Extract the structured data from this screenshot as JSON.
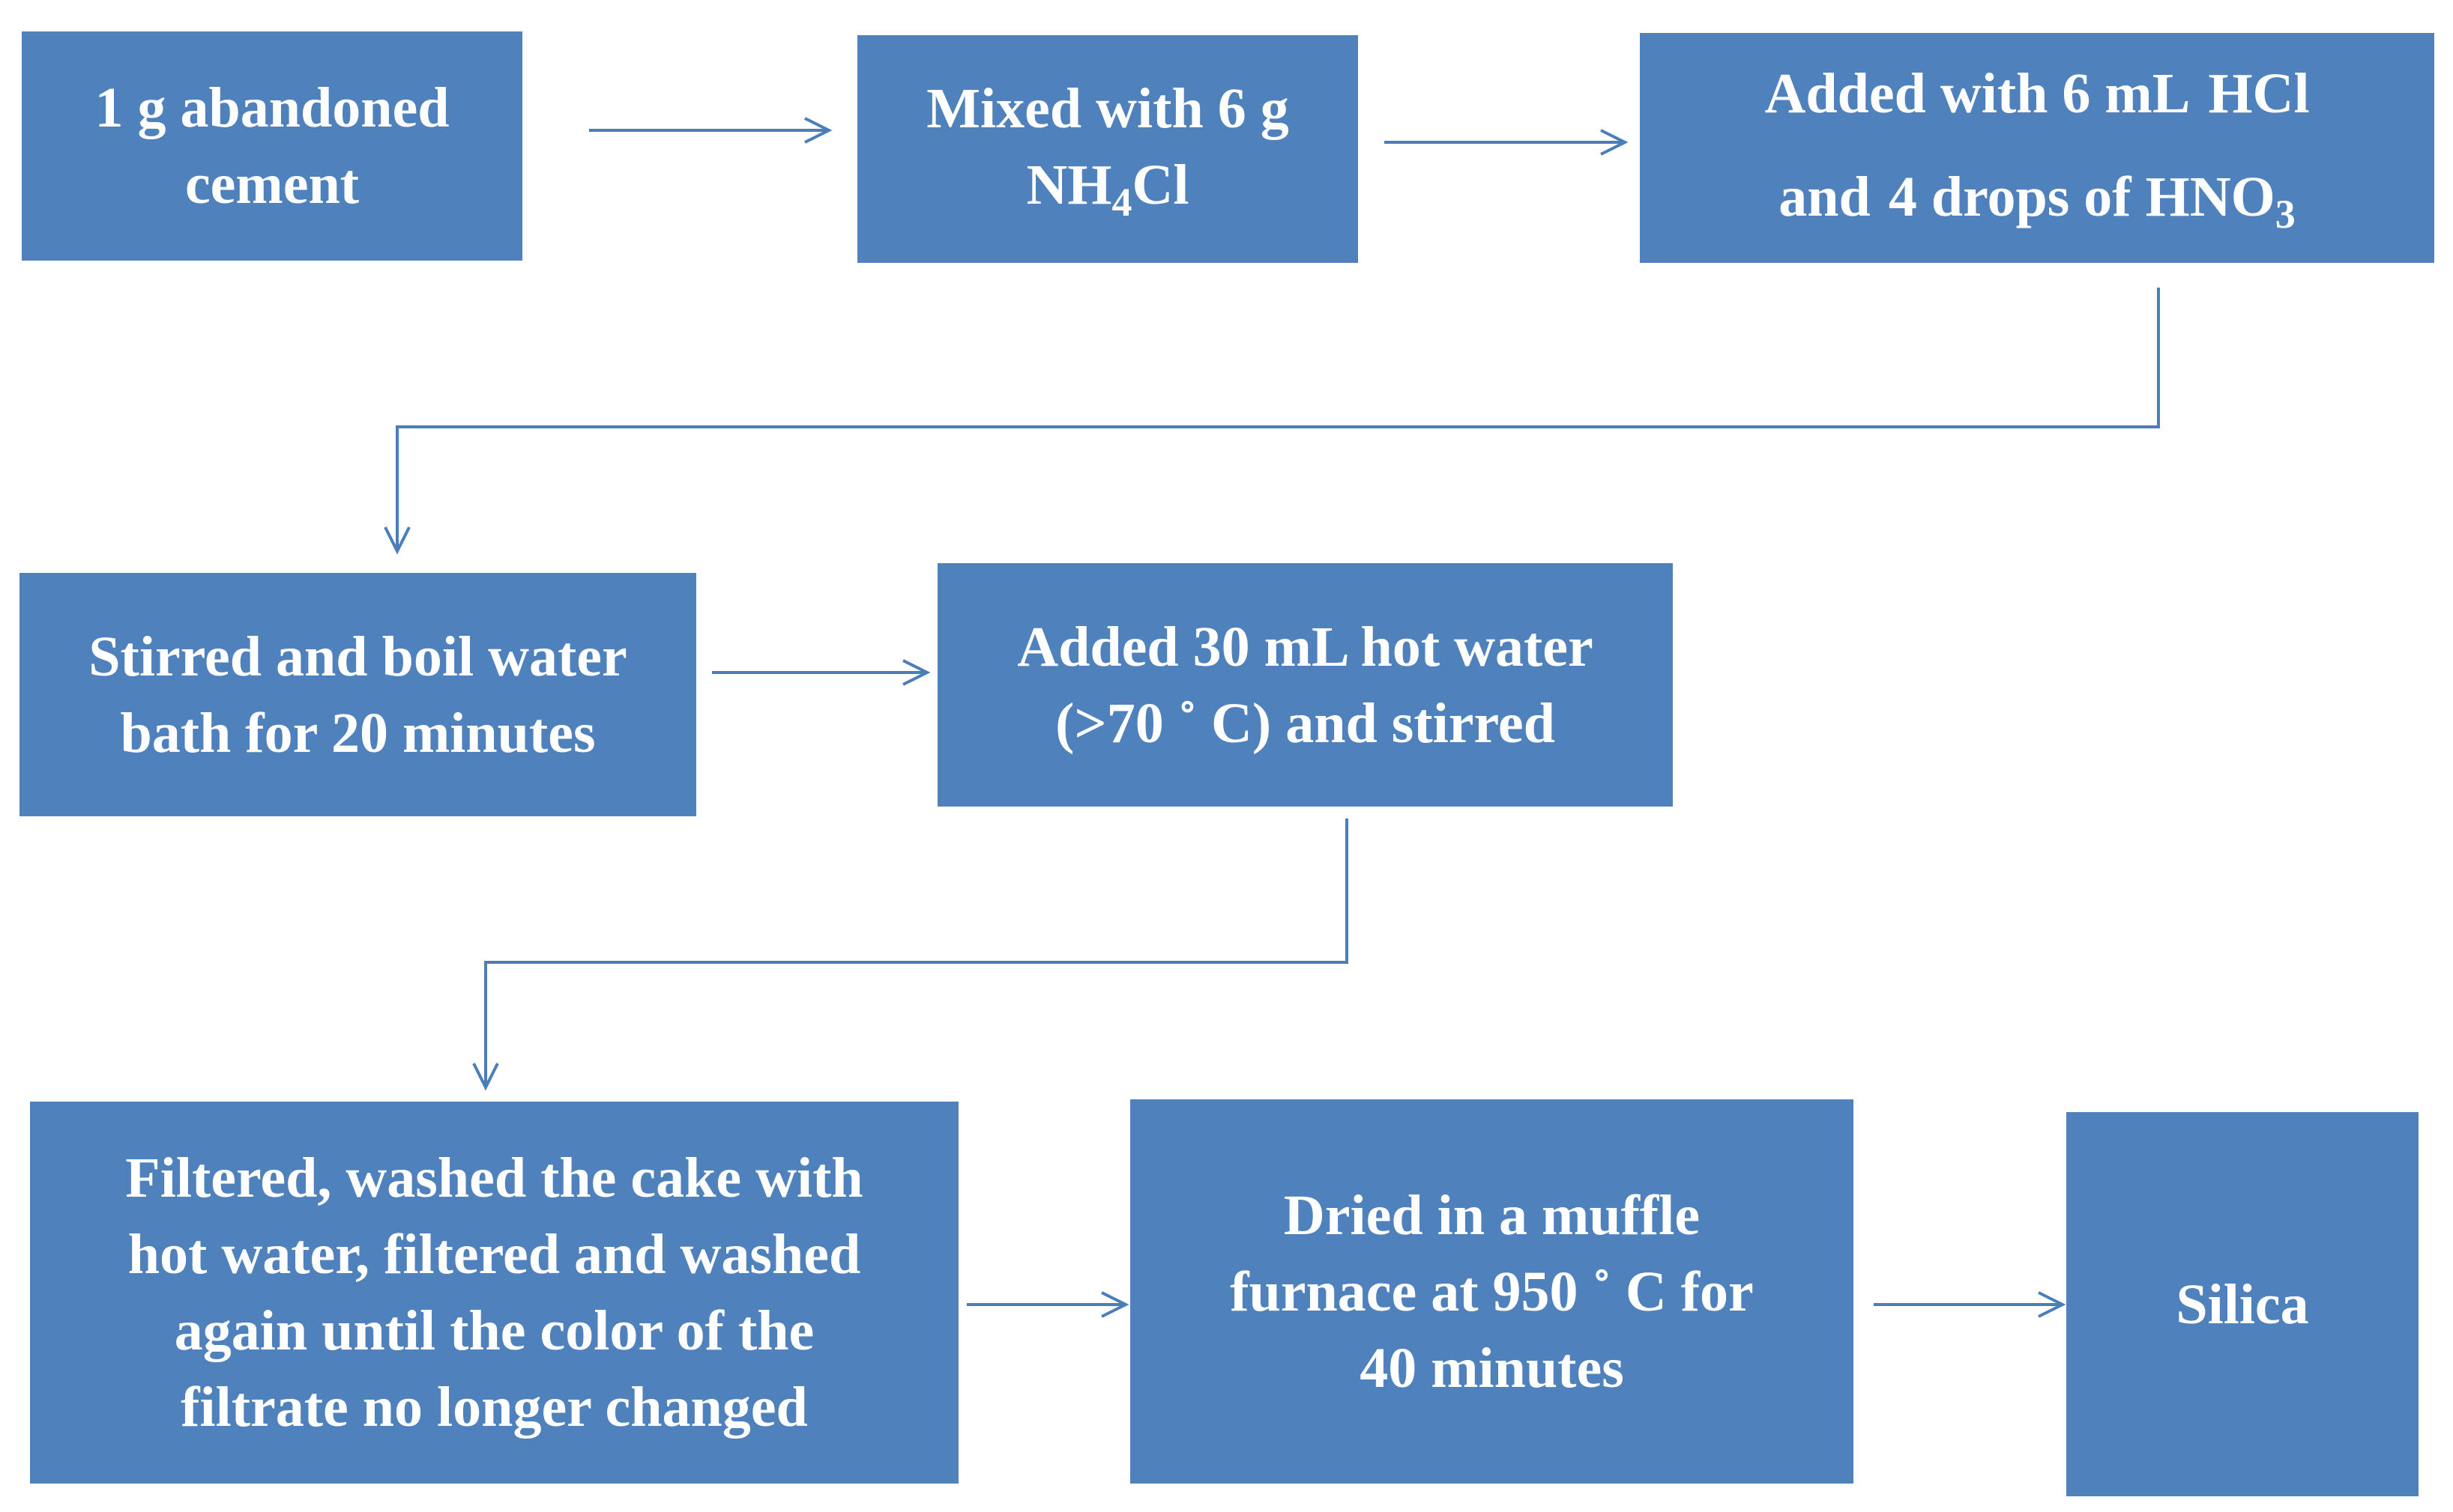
{
  "colors": {
    "box_fill": "#4f81bd",
    "text": "#ffffff",
    "arrow": "#4a7ebb"
  },
  "steps": [
    {
      "id": "step1",
      "lines": [
        "1 g abandoned",
        "cement"
      ]
    },
    {
      "id": "step2",
      "line1": "Mixed with 6 g",
      "line2_pre": "NH",
      "line2_sub": "4",
      "line2_post": "Cl"
    },
    {
      "id": "step3",
      "line1_a": "Added with 6 mL",
      "line1_b": "HCl",
      "line2_a": "and",
      "line2_b": "4 drops of HNO",
      "line2_sub": "3"
    },
    {
      "id": "step4",
      "lines": [
        "Stirred and boil water",
        "bath for 20 minutes"
      ]
    },
    {
      "id": "step5",
      "lines": [
        "Added 30 mL hot water",
        "(>70 ˚ C) and stirred"
      ]
    },
    {
      "id": "step6",
      "lines": [
        "Filtered, washed the cake with",
        "hot water, filtered and washed",
        "again until the color of the",
        "filtrate no longer changed"
      ]
    },
    {
      "id": "step7",
      "lines": [
        "Dried in a muffle",
        "furnace at 950 ˚ C for",
        "40 minutes"
      ]
    },
    {
      "id": "step8",
      "lines": [
        "Silica"
      ]
    }
  ]
}
